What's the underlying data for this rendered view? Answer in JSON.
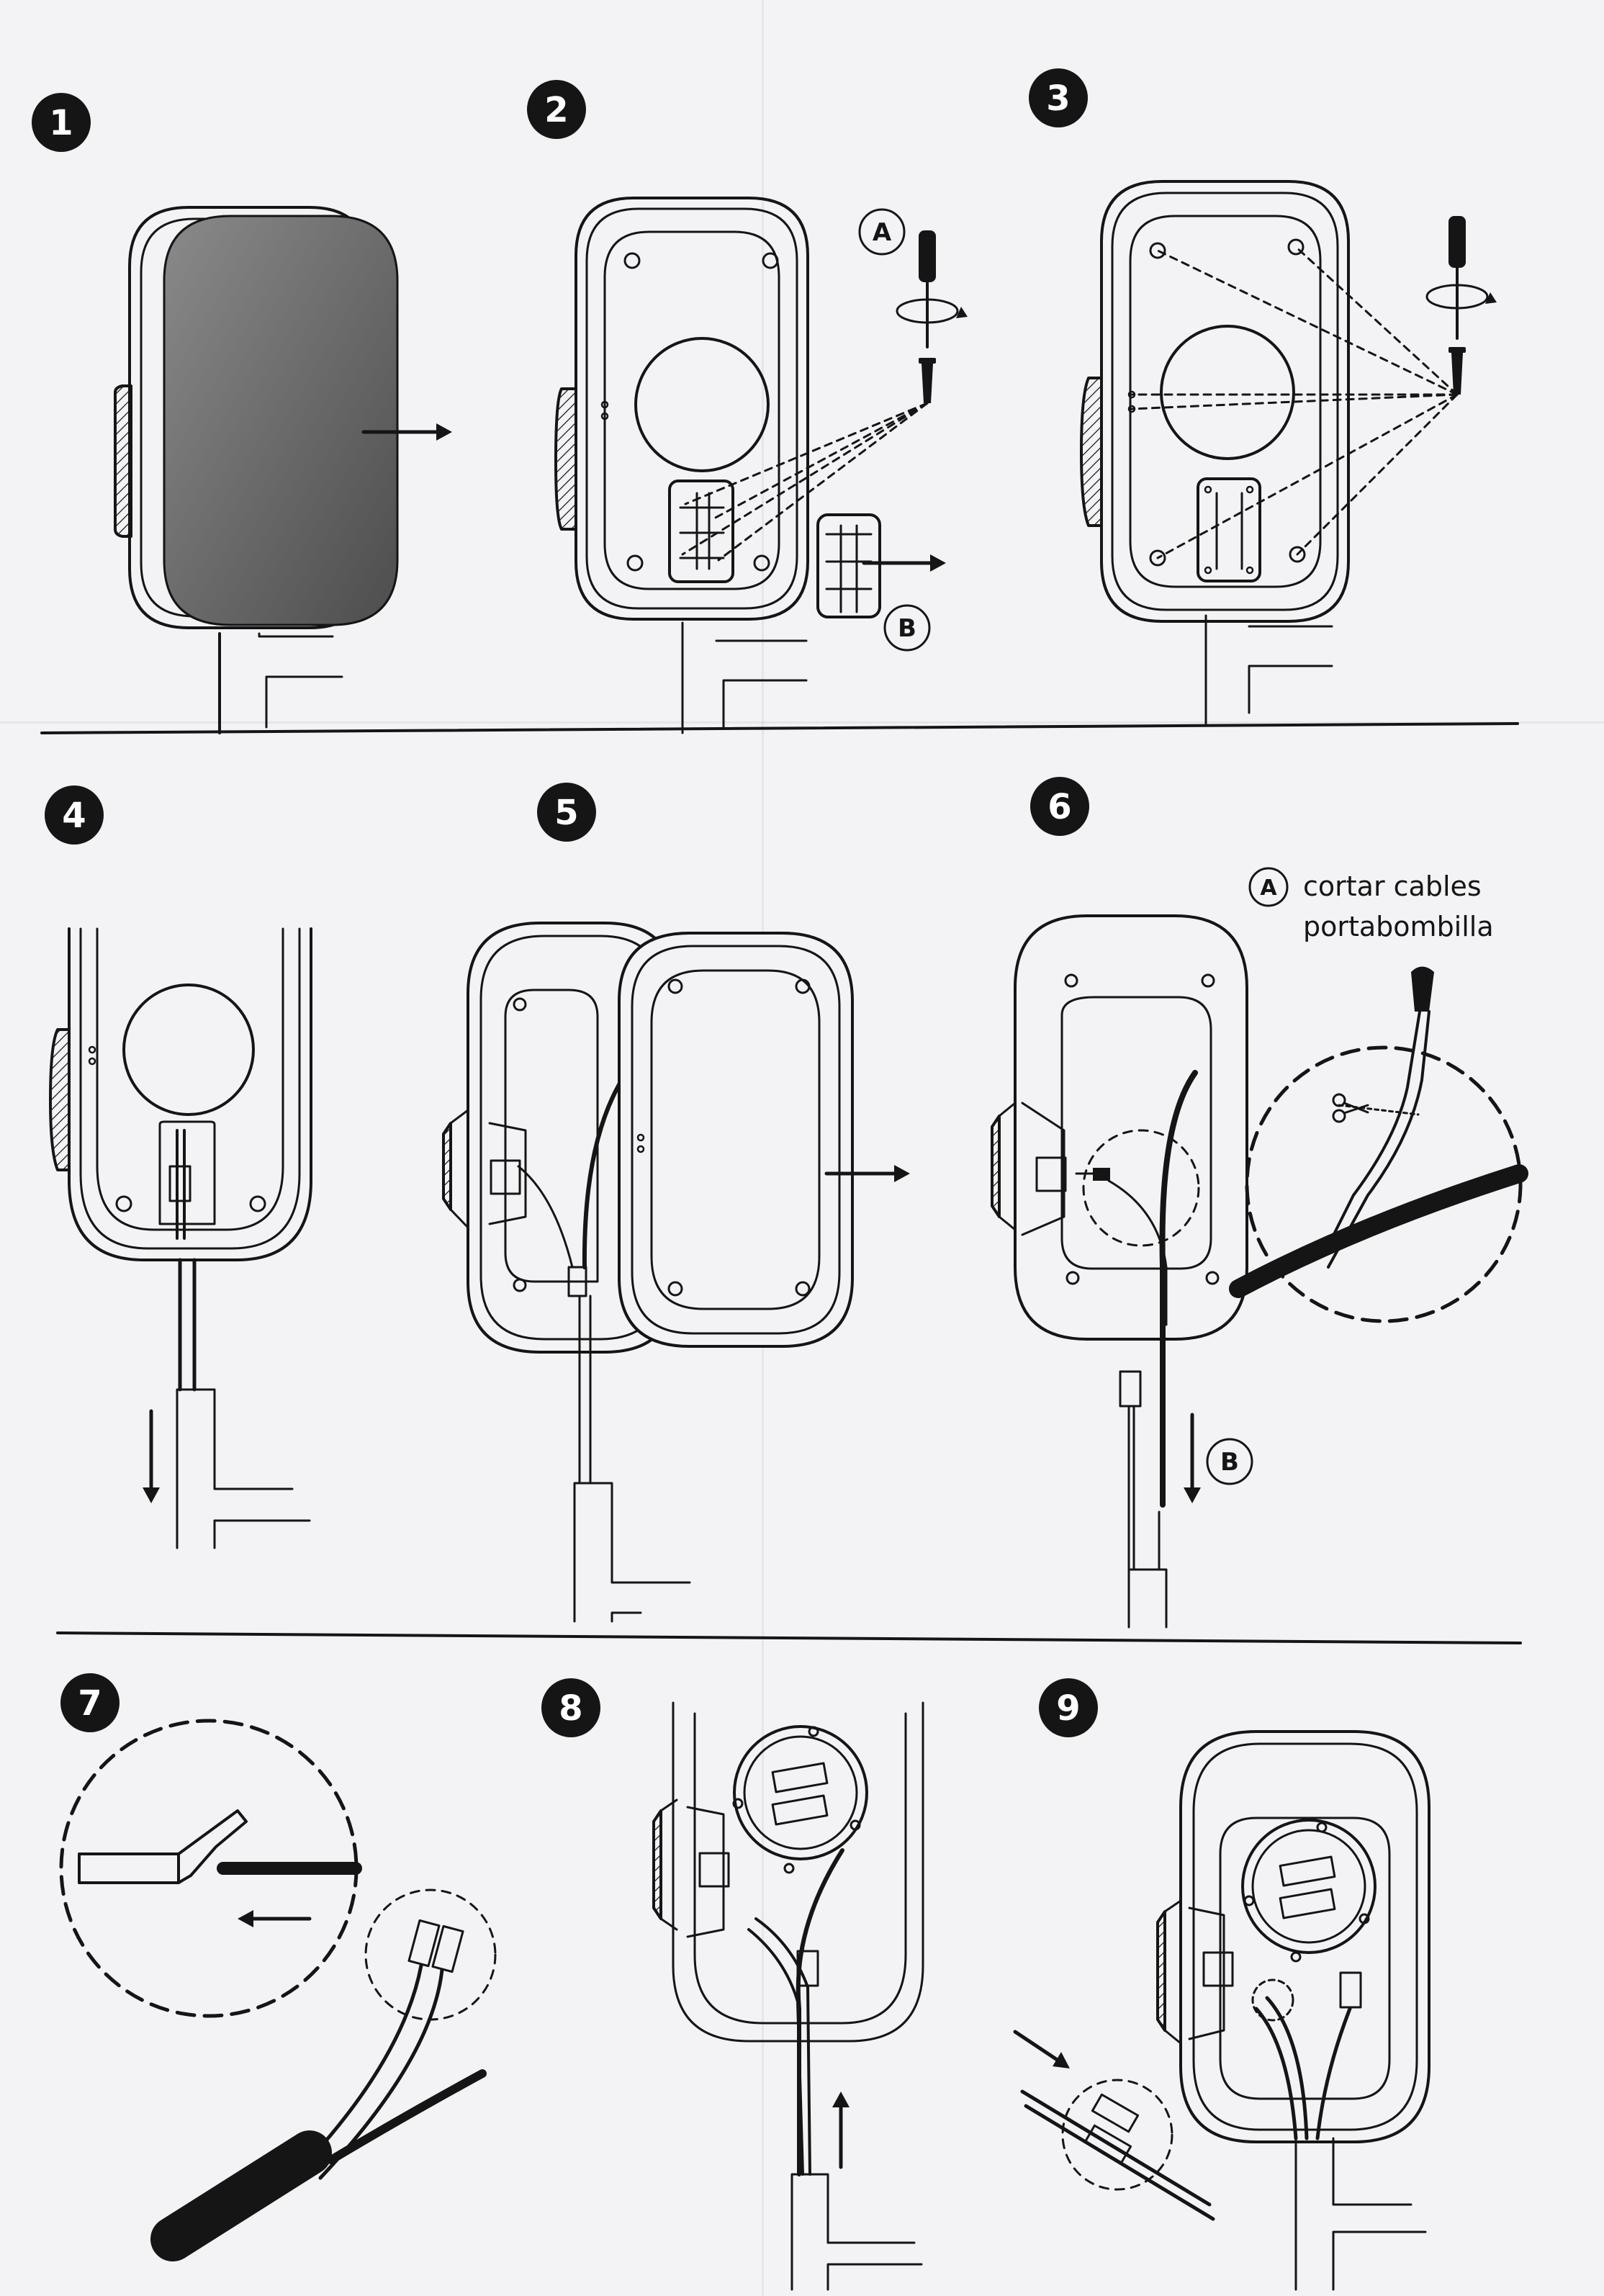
{
  "steps": [
    {
      "number": "1"
    },
    {
      "number": "2",
      "callouts": [
        "A",
        "B"
      ]
    },
    {
      "number": "3"
    },
    {
      "number": "4"
    },
    {
      "number": "5"
    },
    {
      "number": "6",
      "callouts": [
        "A",
        "B"
      ],
      "note_line1": "cortar cables",
      "note_line2": "portabombilla"
    },
    {
      "number": "7"
    },
    {
      "number": "8"
    },
    {
      "number": "9"
    }
  ],
  "colors": {
    "paper": "#f3f3f5",
    "ink": "#151515",
    "cover_dark": "#5b5b5b",
    "cover_light": "#8a8a8a"
  },
  "icons": [
    "screwdriver-icon",
    "scissors-icon",
    "arrow-icon",
    "step-number-badge"
  ]
}
